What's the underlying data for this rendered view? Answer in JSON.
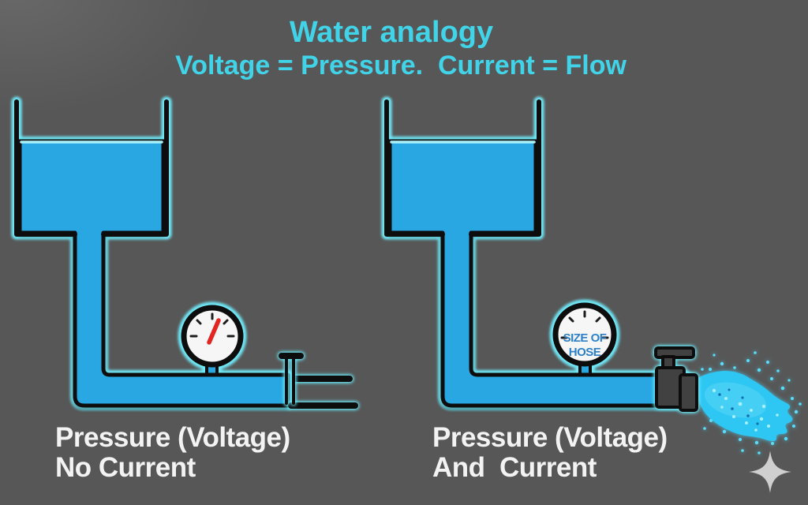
{
  "title": {
    "line1": "Water analogy",
    "line2": "Voltage = Pressure.  Current = Flow"
  },
  "left_diagram": {
    "caption_line1": "Pressure (Voltage)",
    "caption_line2": "No Current"
  },
  "right_diagram": {
    "caption_line1": "Pressure (Voltage)",
    "caption_line2": "And  Current",
    "gauge_label_line1": "SIZE OF",
    "gauge_label_line2": "HOSE"
  },
  "colors": {
    "background": "#575757",
    "water_blue": "#29a7e2",
    "glow_cyan": "#6fe9f8",
    "outline_black": "#0d0d0d",
    "title_cyan": "#41d3e8",
    "label_white": "#f3f3f3",
    "gauge_face_white": "#f6f6f6",
    "needle_red": "#e22521",
    "gauge_text_blue": "#2e80c8",
    "faucet_gray": "#414141",
    "spray_cyan": "#2ec7f4",
    "sparkle_gray": "#cfcfcf"
  }
}
